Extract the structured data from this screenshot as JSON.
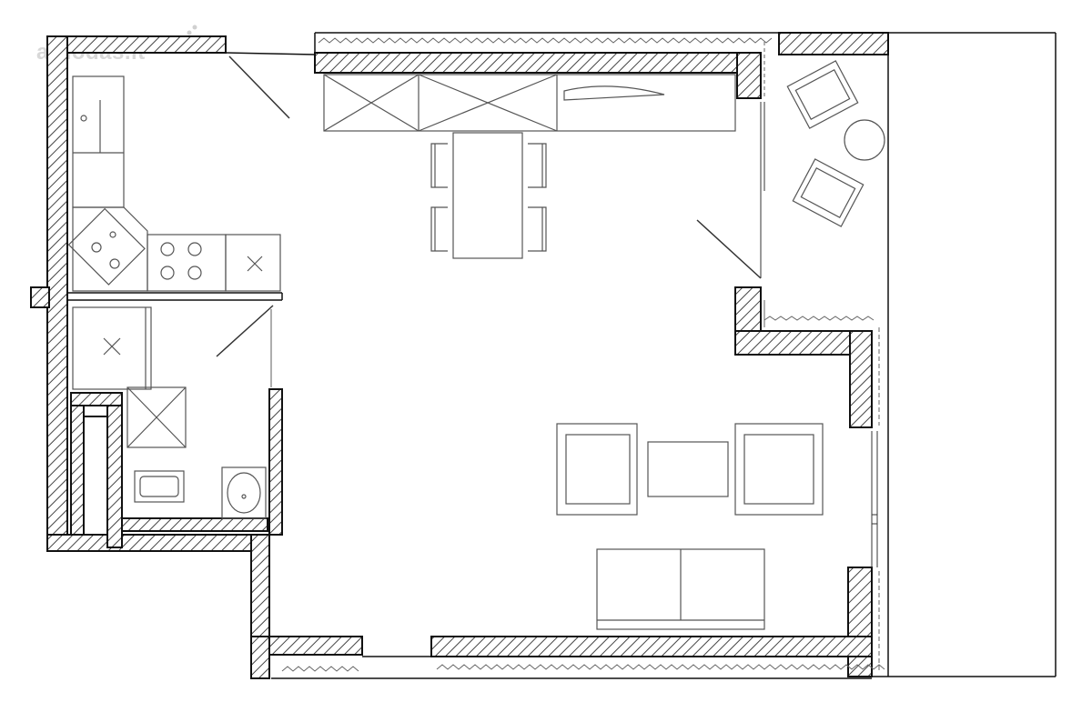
{
  "watermark": {
    "text": "aruodas.lt"
  },
  "colors": {
    "wall_fill": "#ffffff",
    "wall_stroke": "#111111",
    "hatch": "#444444",
    "furniture_stroke": "#555555",
    "insulation": "#666666",
    "background": "#ffffff"
  },
  "rooms": [
    "kitchen",
    "dining",
    "living",
    "bathroom",
    "balcony"
  ]
}
